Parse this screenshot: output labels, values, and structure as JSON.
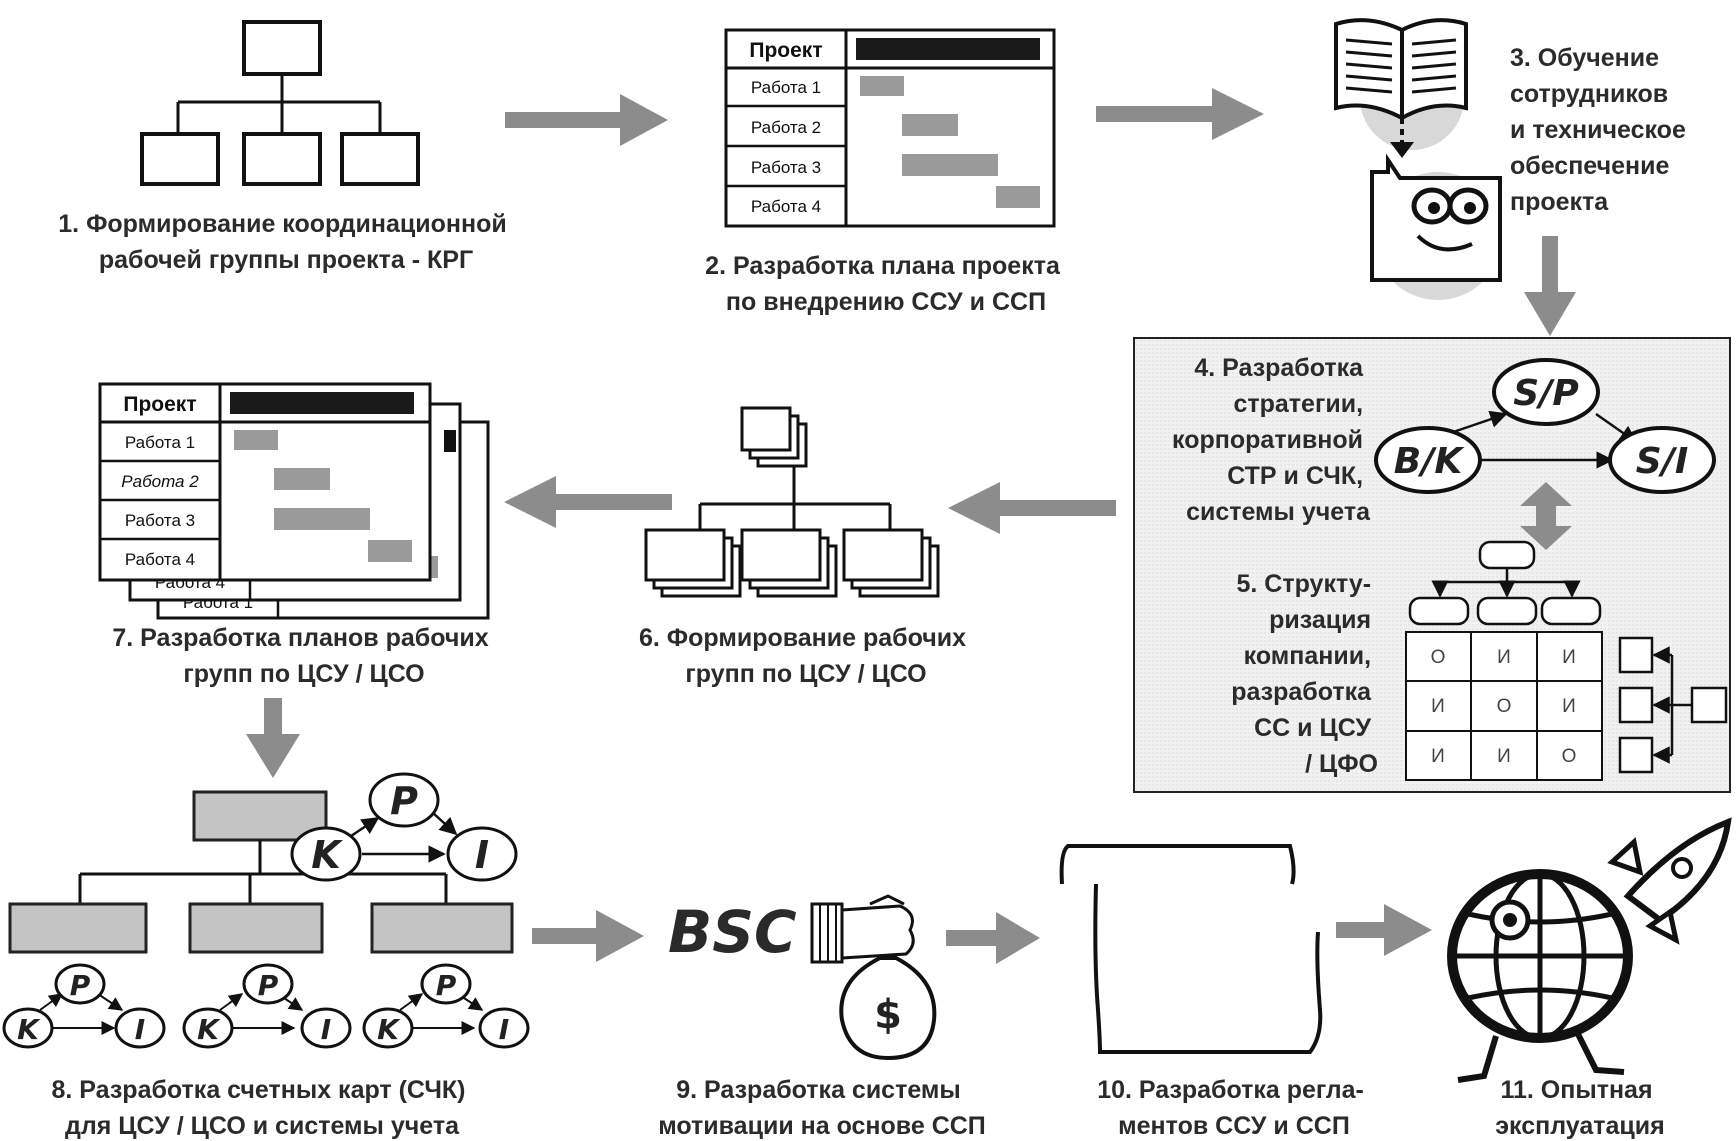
{
  "steps": {
    "s1": [
      "1. Формирование координационной",
      "рабочей группы проекта - КРГ"
    ],
    "s2": [
      "2. Разработка плана проекта",
      "по внедрению ССУ и ССП"
    ],
    "s3": [
      "3. Обучение",
      "сотрудников",
      "и техническое",
      "обеспечение",
      "проекта"
    ],
    "s4": [
      "4. Разработка",
      "стратегии,",
      "корпоративной",
      "СТР и СЧК,",
      "системы учета"
    ],
    "s5": [
      "5. Структу-",
      "ризация",
      "компании,",
      "разработка",
      "СС и ЦСУ",
      "/ ЦФО"
    ],
    "s6": [
      "6. Формирование рабочих",
      "групп по ЦСУ / ЦСО"
    ],
    "s7": [
      "7. Разработка планов рабочих",
      "групп по ЦСУ / ЦСО"
    ],
    "s8": [
      "8. Разработка счетных карт (СЧК)",
      "для ЦСУ / ЦСО и системы учета"
    ],
    "s9": [
      "9. Разработка системы",
      "мотивации на основе ССП"
    ],
    "s10": [
      "10. Разработка регла-",
      "ментов ССУ и ССП"
    ],
    "s11": [
      "11. Опытная",
      "эксплуатация"
    ]
  },
  "plan_table": {
    "header": "Проект",
    "rows": [
      "Работа 1",
      "Работа 2",
      "Работа 3",
      "Работа 4"
    ],
    "rows_step7": [
      "Работа 1",
      "Работа 2",
      "Работа 3",
      "Работа 4"
    ],
    "back_rows": [
      "Работа 4",
      "Работа 1"
    ]
  },
  "strategy_map": {
    "sp": "S/P",
    "bk": "B/K",
    "si": "S/I"
  },
  "matrix": [
    [
      "О",
      "И",
      "И"
    ],
    [
      "И",
      "О",
      "И"
    ],
    [
      "И",
      "И",
      "О"
    ]
  ],
  "scorecard": {
    "p": "P",
    "k": "K",
    "i": "I"
  },
  "bsc_label": "BSC",
  "money_symbol": "$"
}
